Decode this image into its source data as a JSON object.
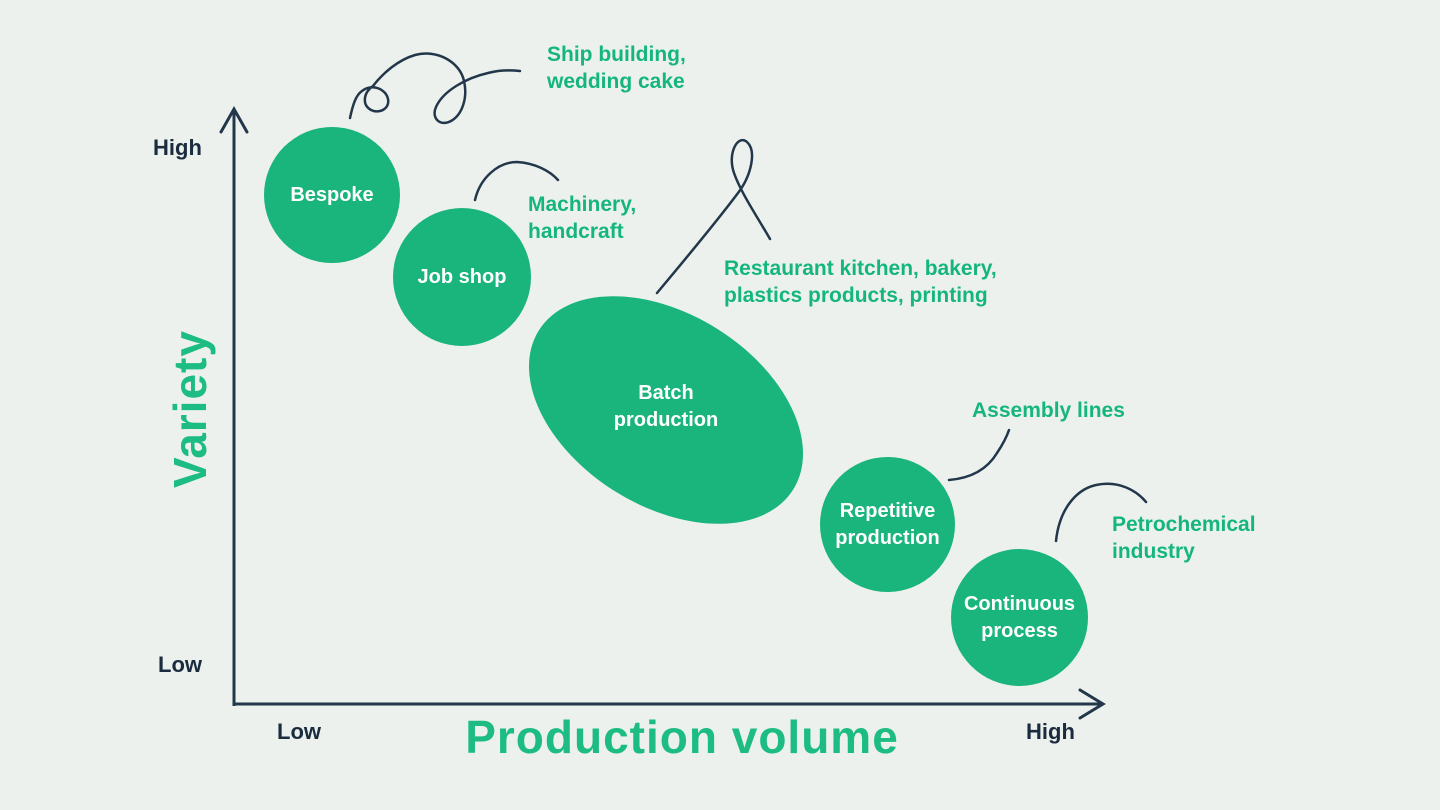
{
  "colors": {
    "background": "#edf1ee",
    "bubble_green": "#1ab47d",
    "text_green": "#15b67e",
    "title_green": "#1cbc83",
    "navy_text": "#1a2c3e",
    "line_navy": "#22374a"
  },
  "axes": {
    "y_title": "Variety",
    "x_title": "Production volume",
    "y_high": "High",
    "y_low": "Low",
    "x_low": "Low",
    "x_high": "High"
  },
  "bubbles": [
    {
      "label": "Bespoke"
    },
    {
      "label": "Job shop"
    },
    {
      "label": "Batch\nproduction"
    },
    {
      "label": "Repetitive\nproduction"
    },
    {
      "label": "Continuous\nprocess"
    }
  ],
  "annotations": [
    {
      "label": "Ship building,\nwedding cake"
    },
    {
      "label": "Machinery,\nhandcraft"
    },
    {
      "label": "Restaurant kitchen, bakery,\nplastics products, printing"
    },
    {
      "label": "Assembly lines"
    },
    {
      "label": "Petrochemical\nindustry"
    }
  ],
  "chart_data": {
    "type": "scatter",
    "title": "",
    "xlabel": "Production volume",
    "ylabel": "Variety",
    "x_range": [
      "Low",
      "High"
    ],
    "y_range": [
      "Low",
      "High"
    ],
    "points": [
      {
        "name": "Bespoke",
        "production_volume": "very low",
        "variety": "very high",
        "examples": "Ship building, wedding cake"
      },
      {
        "name": "Job shop",
        "production_volume": "low",
        "variety": "high",
        "examples": "Machinery, handcraft"
      },
      {
        "name": "Batch production",
        "production_volume": "medium",
        "variety": "medium",
        "examples": "Restaurant kitchen, bakery, plastics products, printing"
      },
      {
        "name": "Repetitive production",
        "production_volume": "high",
        "variety": "low",
        "examples": "Assembly lines"
      },
      {
        "name": "Continuous process",
        "production_volume": "very high",
        "variety": "very low",
        "examples": "Petrochemical industry"
      }
    ]
  }
}
